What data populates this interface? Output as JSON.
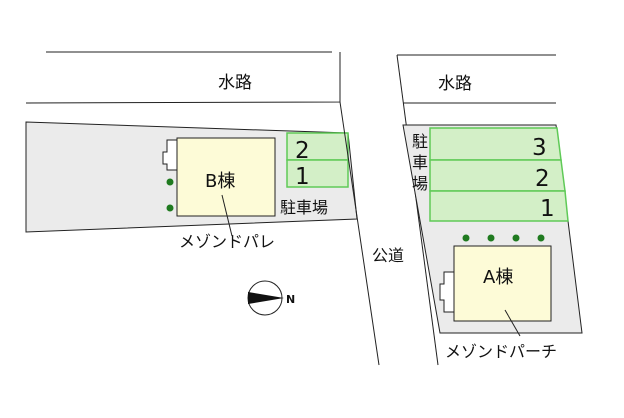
{
  "left_lot": {
    "waterway_label": "水路",
    "building_label": "B棟",
    "building_name": "メゾンドパレ",
    "parking_label": "駐車場",
    "parking_spaces": [
      "2",
      "1"
    ]
  },
  "right_lot": {
    "waterway_label": "水路",
    "building_label": "A棟",
    "building_name": "メゾンドパーチ",
    "parking_label_chars": [
      "駐",
      "車",
      "場"
    ],
    "parking_spaces": [
      "3",
      "2",
      "1"
    ]
  },
  "road_label": "公道",
  "compass": {
    "north_label": "N",
    "icon": "north-arrow-icon"
  },
  "colors": {
    "lot_fill": "#ebebeb",
    "building_fill": "#fdfbd7",
    "parking_fill": "#d3efc7",
    "parking_stroke": "#5fca57",
    "tree_dot": "#1f7a1f"
  }
}
